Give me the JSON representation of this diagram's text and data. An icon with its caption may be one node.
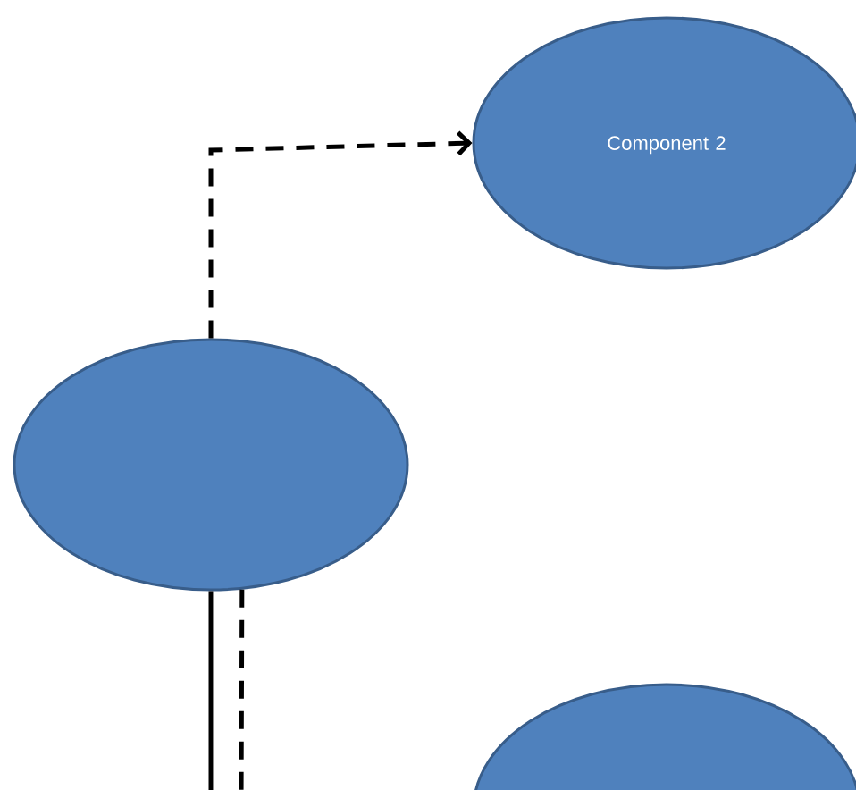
{
  "diagram": {
    "nodes": [
      {
        "text": [
          "Component 2"
        ]
      },
      {
        "text": [],
        "shape": "ellipse"
      },
      {
        "text": [],
        "shape": "ellipse"
      }
    ],
    "edges": [
      {
        "from": 1,
        "to": 0,
        "arrow": "to",
        "style": "dashed"
      },
      {
        "from": 1,
        "to": null,
        "arrow": "none"
      },
      {
        "from": 1,
        "to": null,
        "arrow": "none",
        "style": "dashed"
      }
    ]
  }
}
